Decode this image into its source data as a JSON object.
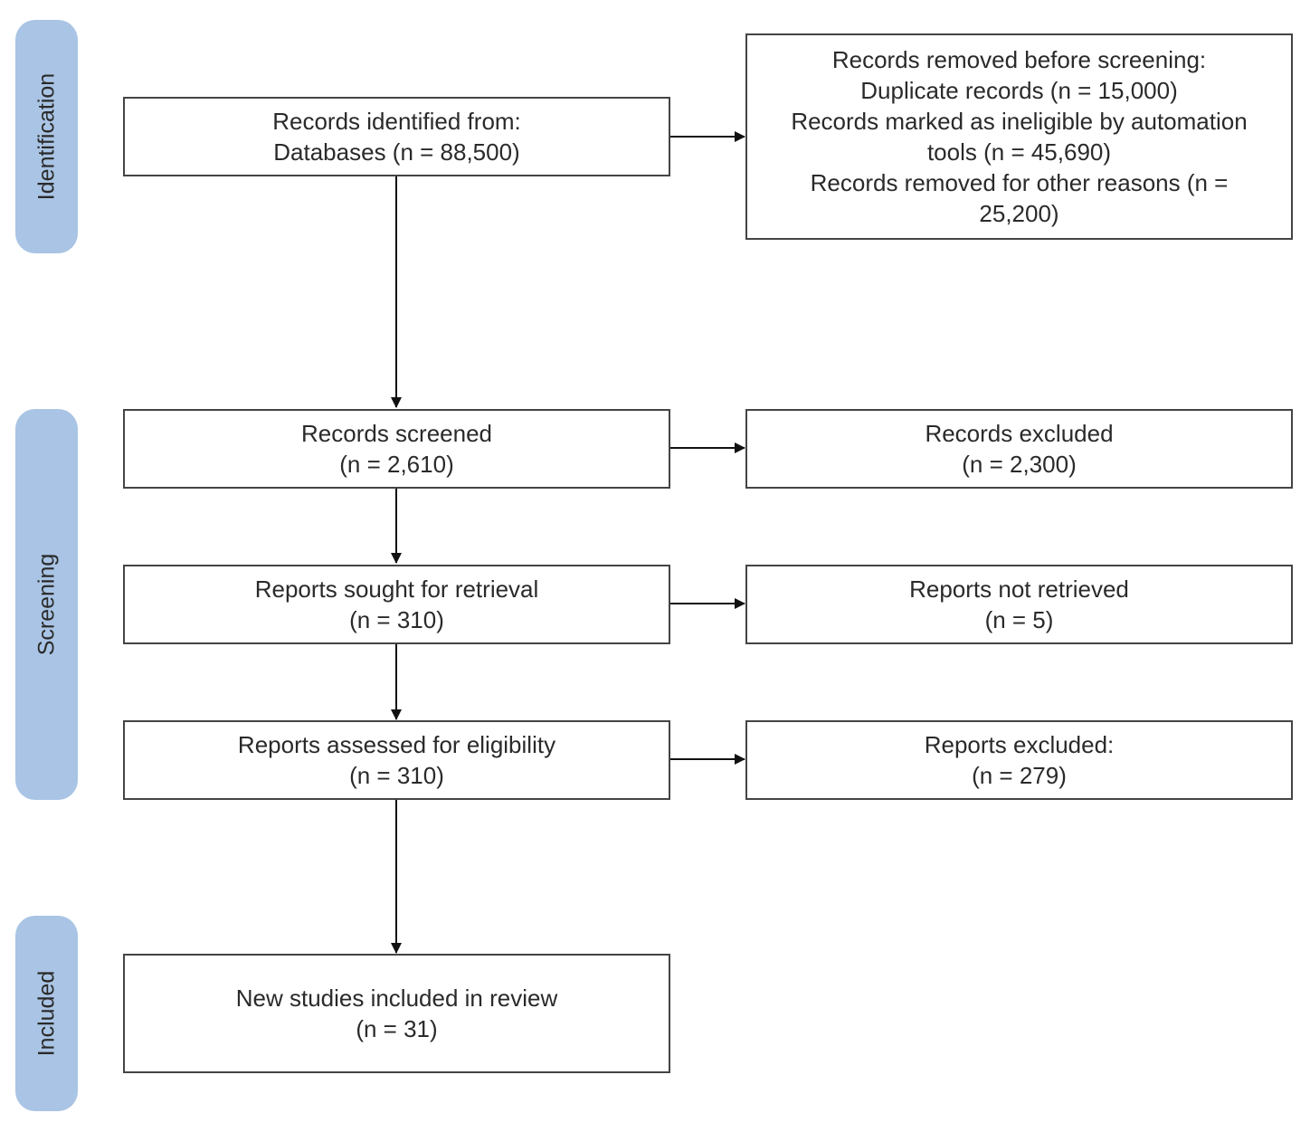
{
  "phases": {
    "identification": "Identification",
    "screening": "Screening",
    "included": "Included"
  },
  "boxes": {
    "identified": {
      "line1": "Records identified from:",
      "line2": "Databases (n = 88,500)"
    },
    "removed": {
      "line1": "Records removed before screening:",
      "line2": "Duplicate records (n = 15,000)",
      "line3": "Records marked as ineligible by automation",
      "line4": "tools (n = 45,690)",
      "line5": "Records removed for other reasons (n =",
      "line6": "25,200)"
    },
    "screened": {
      "line1": "Records screened",
      "line2": "(n = 2,610)"
    },
    "excluded": {
      "line1": "Records excluded",
      "line2": "(n = 2,300)"
    },
    "sought": {
      "line1": "Reports sought for retrieval",
      "line2": "(n = 310)"
    },
    "not_retrieved": {
      "line1": "Reports not retrieved",
      "line2": "(n = 5)"
    },
    "assessed": {
      "line1": "Reports assessed for eligibility",
      "line2": "(n = 310)"
    },
    "reports_excluded": {
      "line1": "Reports excluded:",
      "line2": "(n = 279)"
    },
    "included": {
      "line1": "New studies included in review",
      "line2": "(n = 31)"
    }
  }
}
